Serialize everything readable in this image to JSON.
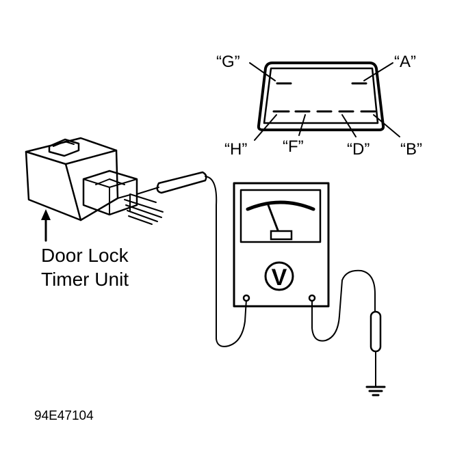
{
  "connector_pins": {
    "g": "“G”",
    "a": "“A”",
    "h": "“H”",
    "f": "“F”",
    "d": "“D”",
    "b": "“B”"
  },
  "unit_label": {
    "line1": "Door Lock",
    "line2": "Timer Unit"
  },
  "meter": {
    "symbol": "V",
    "type_icon": "voltmeter-icon"
  },
  "figure_code": "94E47104",
  "icons": [
    "connector-icon",
    "timer-unit-icon",
    "probe-icon",
    "ground-icon",
    "arrow-up-icon"
  ]
}
